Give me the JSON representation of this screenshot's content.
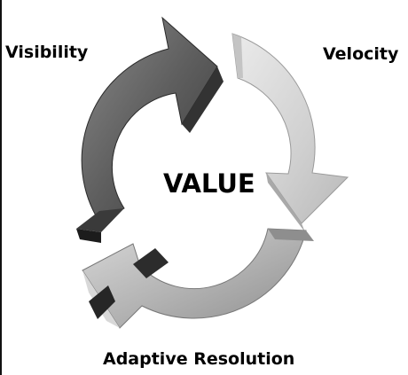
{
  "diagram": {
    "center_label": "VALUE",
    "cycle_labels": {
      "visibility": "Visibility",
      "velocity": "Velocity",
      "adaptive_resolution": "Adaptive Resolution"
    },
    "colors": {
      "dark_arrow": "#6c6c6c",
      "light_arrow": "#d2d2d2",
      "medium_arrow": "#a8a8a8",
      "text": "#000000"
    }
  }
}
